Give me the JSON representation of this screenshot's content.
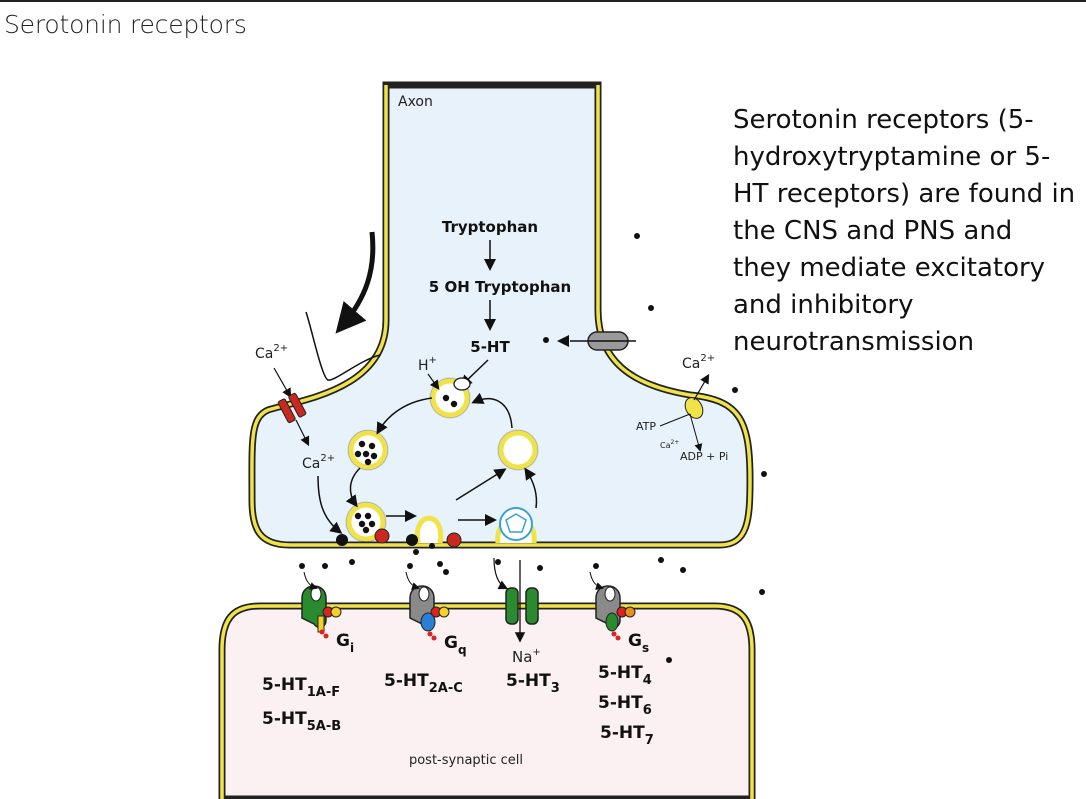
{
  "slide": {
    "title": "Serotonin receptors",
    "body": "Serotonin receptors (5-hydroxytryptamine or 5-HT receptors) are found in the CNS and PNS and they mediate excitatory and inhibitory neurotransmission"
  },
  "diagram": {
    "axon_label": "Axon",
    "pathway": [
      "Tryptophan",
      "5 OH Tryptophan",
      "5-HT"
    ],
    "h_plus": "H",
    "h_plus_sup": "+",
    "ca": "Ca",
    "ca_sup": "2+",
    "atp": "ATP",
    "adp": "ADP + Pi",
    "na": "Na",
    "na_sup": "+",
    "post_synaptic": "post-synaptic cell",
    "g_proteins": [
      {
        "base": "G",
        "sub": "i"
      },
      {
        "base": "G",
        "sub": "q"
      },
      {
        "base": "G",
        "sub": "s"
      }
    ],
    "receptors": [
      {
        "base": "5-HT",
        "sub": "1A-F"
      },
      {
        "base": "5-HT",
        "sub": "5A-B"
      },
      {
        "base": "5-HT",
        "sub": "2A-C"
      },
      {
        "base": "5-HT",
        "sub": "3"
      },
      {
        "base": "5-HT",
        "sub": "4"
      },
      {
        "base": "5-HT",
        "sub": "6"
      },
      {
        "base": "5-HT",
        "sub": "7"
      }
    ],
    "colors": {
      "membrane": "#f0e34a",
      "membrane_edge": "#222222",
      "presynaptic_fill": "#e8f2fb",
      "postsynaptic_fill": "#fbf0f2",
      "channel_red": "#c8281e",
      "receptor_green": "#2a8a2e",
      "receptor_gray": "#8a8a8a",
      "clathrin_blue": "#3aa0d8",
      "g_blue": "#2a7fd4",
      "g_red": "#d22",
      "g_yellow": "#f3d12b",
      "g_orange": "#e8901c"
    }
  }
}
